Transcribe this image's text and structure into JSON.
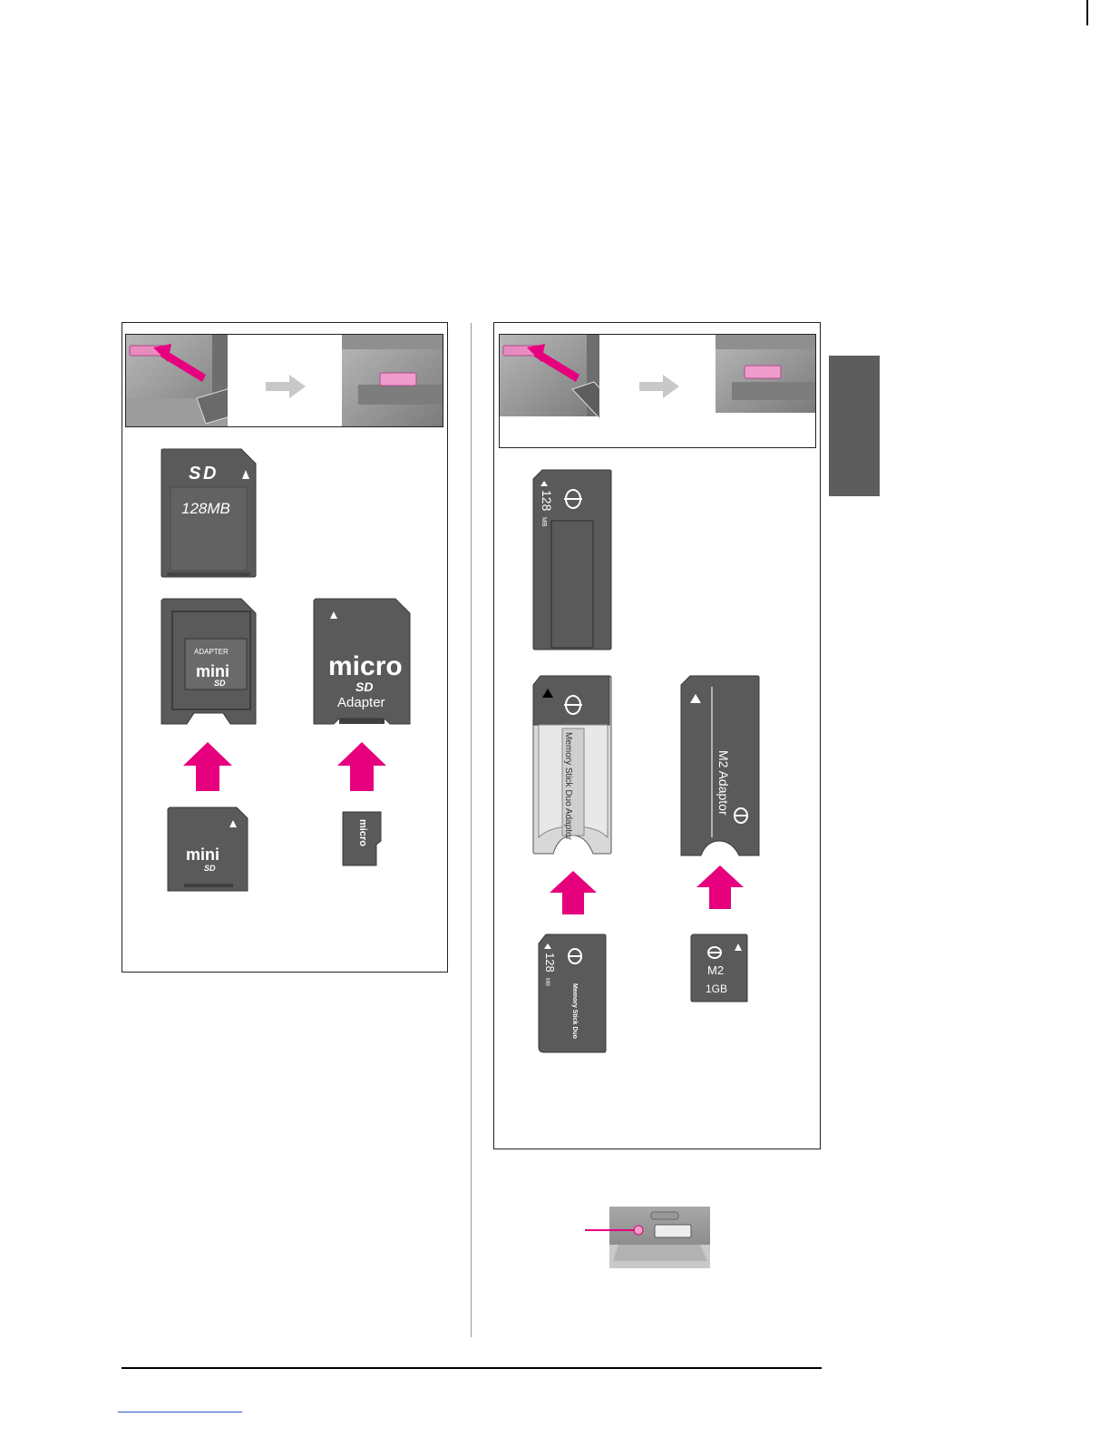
{
  "card_labels": {
    "sd_capacity": "128MB",
    "minisd_adapter": "ADAPTER",
    "microsd_adapter": "Adapter",
    "ms_capacity": "128",
    "ms_duo_adapter": "Memory Stick Duo Adaptor",
    "m2_adapter": "M2 Adaptor",
    "ms_duo_label": "Memory Stick Duo",
    "ms_duo_capacity": "128",
    "m2_name": "M2",
    "m2_capacity": "1GB"
  },
  "colors": {
    "card_fill": "#5a5a5a",
    "card_stroke": "#3a3a3a",
    "arrow_magenta": "#e6007e",
    "arrow_gray": "#bdbdbd",
    "side_tab": "#5d5d5d",
    "photo_bg": "#8a8a8a"
  }
}
